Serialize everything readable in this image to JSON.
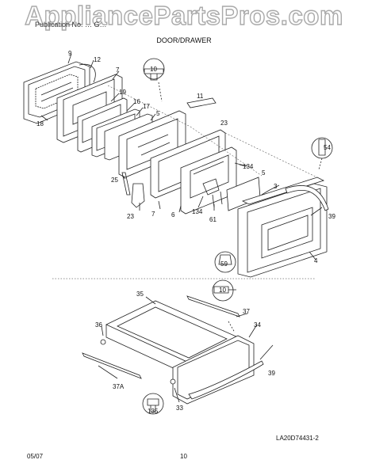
{
  "watermark": "AppliancePartsPros.com",
  "header": {
    "model_line": "Publication No.  …  G…",
    "section_title": "DOOR/DRAWER"
  },
  "callouts": {
    "c9": "9",
    "c12": "12",
    "c7a": "7",
    "c19": "19",
    "c16": "16",
    "c17": "17",
    "c5a": "5",
    "c18": "18",
    "c25": "25",
    "c10a": "10",
    "c11": "11",
    "c23a": "23",
    "c54": "54",
    "c134a": "134",
    "c5b": "5",
    "c3": "3",
    "c39a": "39",
    "c23b": "23",
    "c7b": "7",
    "c6": "6",
    "c134b": "134",
    "c61": "61",
    "c4": "4",
    "c59": "59",
    "c35": "35",
    "c10b": "10",
    "c37": "37",
    "c36": "36",
    "c34": "34",
    "c39b": "39",
    "c37a": "37A",
    "c33": "33",
    "c135": "135"
  },
  "footer": {
    "date": "05/07",
    "page": "10",
    "diagram_code": "LA20D74431-2"
  }
}
